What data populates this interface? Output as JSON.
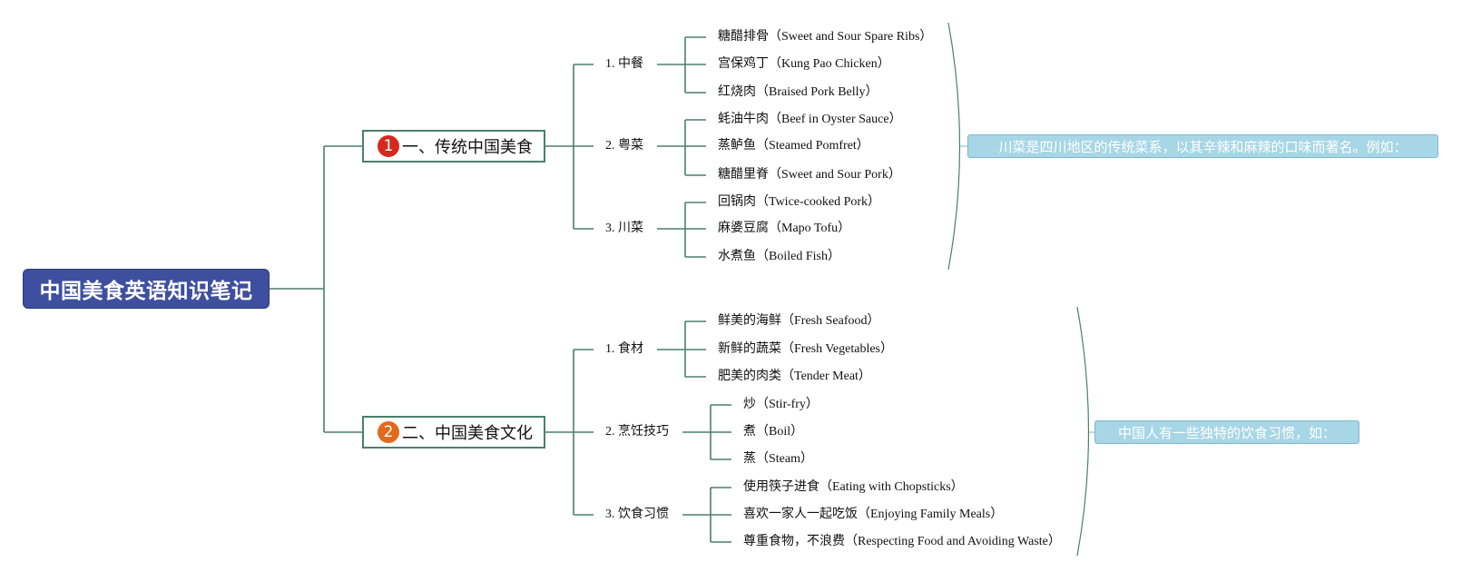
{
  "root": {
    "title": "中国美食英语知识笔记"
  },
  "branches": [
    {
      "badge": "1",
      "badge_color": "#d8281d",
      "title": "一、传统中国美食",
      "summary": "川菜是四川地区的传统菜系，以其辛辣和麻辣的口味而著名。例如：",
      "subs": [
        {
          "label": "1. 中餐",
          "items": [
            "糖醋排骨（Sweet and Sour Spare Ribs）",
            "宫保鸡丁（Kung Pao Chicken）",
            "红烧肉（Braised Pork Belly）"
          ]
        },
        {
          "label": "2. 粤菜",
          "items": [
            "蚝油牛肉（Beef in Oyster Sauce）",
            "蒸鲈鱼（Steamed Pomfret）",
            "糖醋里脊（Sweet and Sour Pork）"
          ]
        },
        {
          "label": "3. 川菜",
          "items": [
            "回锅肉（Twice-cooked Pork）",
            "麻婆豆腐（Mapo Tofu）",
            "水煮鱼（Boiled Fish）"
          ]
        }
      ]
    },
    {
      "badge": "2",
      "badge_color": "#e26a1d",
      "title": "二、中国美食文化",
      "summary": "中国人有一些独特的饮食习惯，如：",
      "subs": [
        {
          "label": "1. 食材",
          "items": [
            "鲜美的海鲜（Fresh Seafood）",
            "新鲜的蔬菜（Fresh Vegetables）",
            "肥美的肉类（Tender Meat）"
          ]
        },
        {
          "label": "2. 烹饪技巧",
          "items": [
            "炒（Stir-fry）",
            "煮（Boil）",
            "蒸（Steam）"
          ]
        },
        {
          "label": "3. 饮食习惯",
          "items": [
            "使用筷子进食（Eating with Chopsticks）",
            "喜欢一家人一起吃饭（Enjoying Family Meals）",
            "尊重食物，不浪费（Respecting Food and Avoiding Waste）"
          ]
        }
      ]
    }
  ],
  "colors": {
    "root_bg": "#3d4f9e",
    "connector": "#4b7f6e",
    "note_bg": "#a7d6e6"
  }
}
